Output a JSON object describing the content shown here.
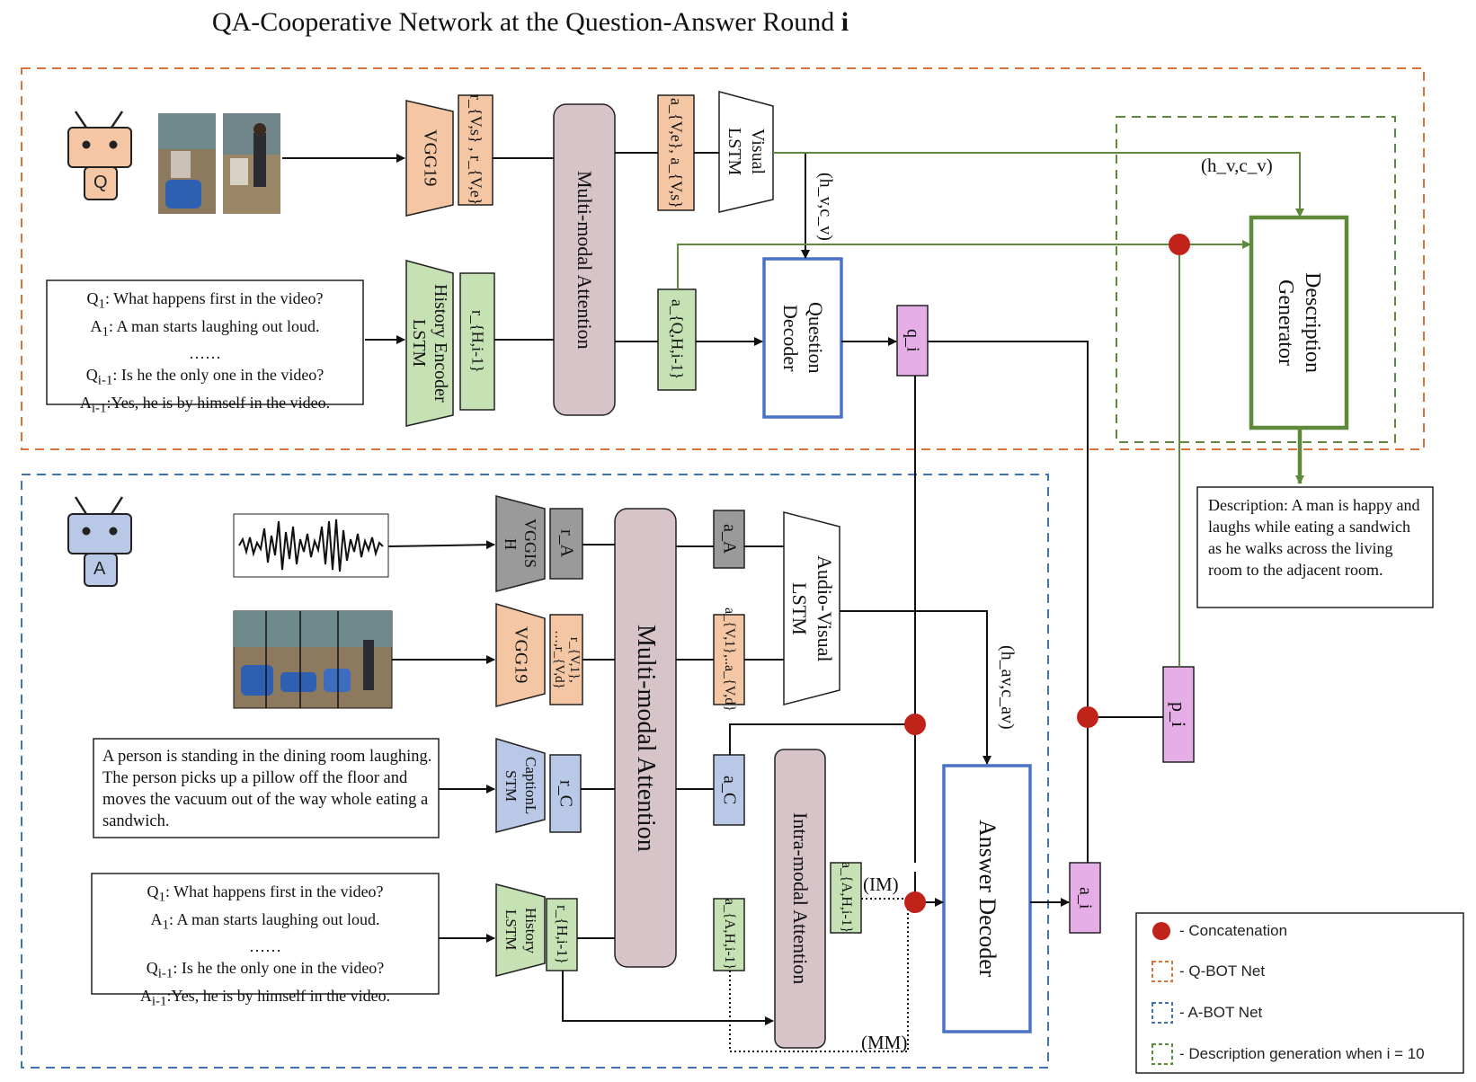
{
  "title": {
    "text": "QA-Cooperative Network at the Question-Answer Round",
    "round_symbol": "i"
  },
  "colors": {
    "qbot_border": "#d9743a",
    "abot_border": "#3f74b4",
    "desc_border": "#5a8a3a",
    "salmon": "#f4c6a4",
    "green": "#c6e2b4",
    "mauve": "#d6c4c8",
    "pink": "#e6aee6",
    "gray": "#9a9a9a",
    "blue": "#b8c8e6",
    "concat": "#c0231a",
    "blue_box": "#4a72c4",
    "green_box": "#5f8a3c"
  },
  "qbot": {
    "avatar_letter": "Q",
    "vgg": "VGG19",
    "r_features": "r_{V,s} , r_{V,e}",
    "history_encoder": "History Encoder LSTM",
    "r_history": "r_{H,i-1}",
    "attention": "Multi-modal Attention",
    "a_visual": "a_{V,e}, a_{V,s}",
    "visual_lstm": "Visual LSTM",
    "a_history": "a_{Q,H,i-1}",
    "hc_label": "(h_v,c_v)",
    "decoder": "Question Decoder",
    "q_out": "q_i",
    "dialog": [
      {
        "speaker": "Q",
        "sub": "1",
        "text": ": What happens first in the video?"
      },
      {
        "speaker": "A",
        "sub": "1",
        "text": ": A man starts laughing out loud."
      },
      {
        "speaker": "",
        "sub": "",
        "text": "……"
      },
      {
        "speaker": "Q",
        "sub": "i-1",
        "text": ": Is he the only one in the video?"
      },
      {
        "speaker": "A",
        "sub": "i-1",
        "text": ":Yes, he is by himself in the video."
      }
    ]
  },
  "desc": {
    "hc_label": "(h_v,c_v)",
    "generator": "Description Generator",
    "output_text": "Description: A man is happy and laughs while eating a sandwich as he walks across the living room to the adjacent room."
  },
  "abot": {
    "avatar_letter": "A",
    "vggish": "VGGIS H",
    "r_audio": "r_A",
    "vgg": "VGG19",
    "r_video": "r_{V,1}, …,r_{V,d}",
    "caption_lstm": "CaptionL STM",
    "r_caption": "r_C",
    "history_lstm": "History LSTM",
    "r_history": "r_{H,i-1}",
    "attention": "Multi-modal Attention",
    "a_audio": "a_A",
    "a_video": "a_{V,1},..a_{V,d}",
    "a_caption": "a_C",
    "a_history": "a_{A,H,i-1}",
    "av_lstm": "Audio-Visual LSTM",
    "intra_attention": "Intra-modal Attention",
    "a_intra": "a_{A,H,i-1}",
    "im_label": "(IM)",
    "mm_label": "(MM)",
    "hc_label": "(h_av,c_av)",
    "decoder": "Answer Decoder",
    "a_out": "a_i",
    "p_out": "p_i",
    "caption_text": "A person is standing in the dining room laughing. The person picks up a pillow off the floor and moves the vacuum out of the way whole eating a sandwich.",
    "dialog": [
      {
        "speaker": "Q",
        "sub": "1",
        "text": ": What happens first in the video?"
      },
      {
        "speaker": "A",
        "sub": "1",
        "text": ": A man starts laughing out loud."
      },
      {
        "speaker": "",
        "sub": "",
        "text": "……"
      },
      {
        "speaker": "Q",
        "sub": "i-1",
        "text": ": Is he the only one in the video?"
      },
      {
        "speaker": "A",
        "sub": "i-1",
        "text": ":Yes, he is by himself in the video."
      }
    ]
  },
  "legend": {
    "concat": "- Concatenation",
    "qbot": "- Q-BOT Net",
    "abot": "- A-BOT Net",
    "descgen": "- Description generation  when i = 10"
  }
}
